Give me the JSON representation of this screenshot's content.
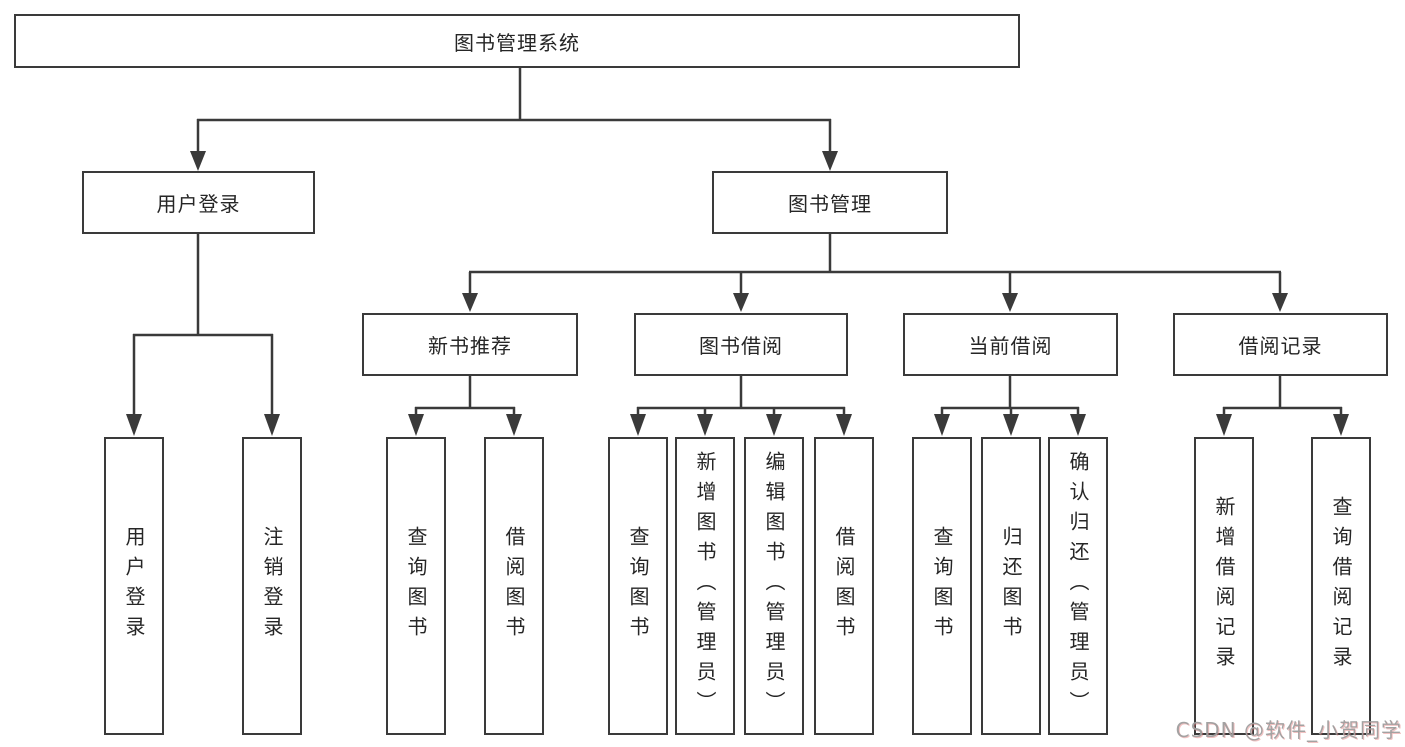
{
  "diagram": {
    "root": "图书管理系统",
    "branches": [
      {
        "label": "用户登录",
        "children": [
          "用户登录",
          "注销登录"
        ]
      },
      {
        "label": "图书管理",
        "children": [
          {
            "label": "新书推荐",
            "children": [
              "查询图书",
              "借阅图书"
            ]
          },
          {
            "label": "图书借阅",
            "children": [
              "查询图书",
              "新增图书（管理员）",
              "编辑图书（管理员）",
              "借阅图书"
            ]
          },
          {
            "label": "当前借阅",
            "children": [
              "查询图书",
              "归还图书",
              "确认归还（管理员）"
            ]
          },
          {
            "label": "借阅记录",
            "children": [
              "新增借阅记录",
              "查询借阅记录"
            ]
          }
        ]
      }
    ],
    "watermark": "CSDN @软件_小贺同学",
    "colors": {
      "line": "#3a3a3a",
      "text": "#262626",
      "background": "#ffffff",
      "watermark": "#9e9e9e"
    }
  }
}
